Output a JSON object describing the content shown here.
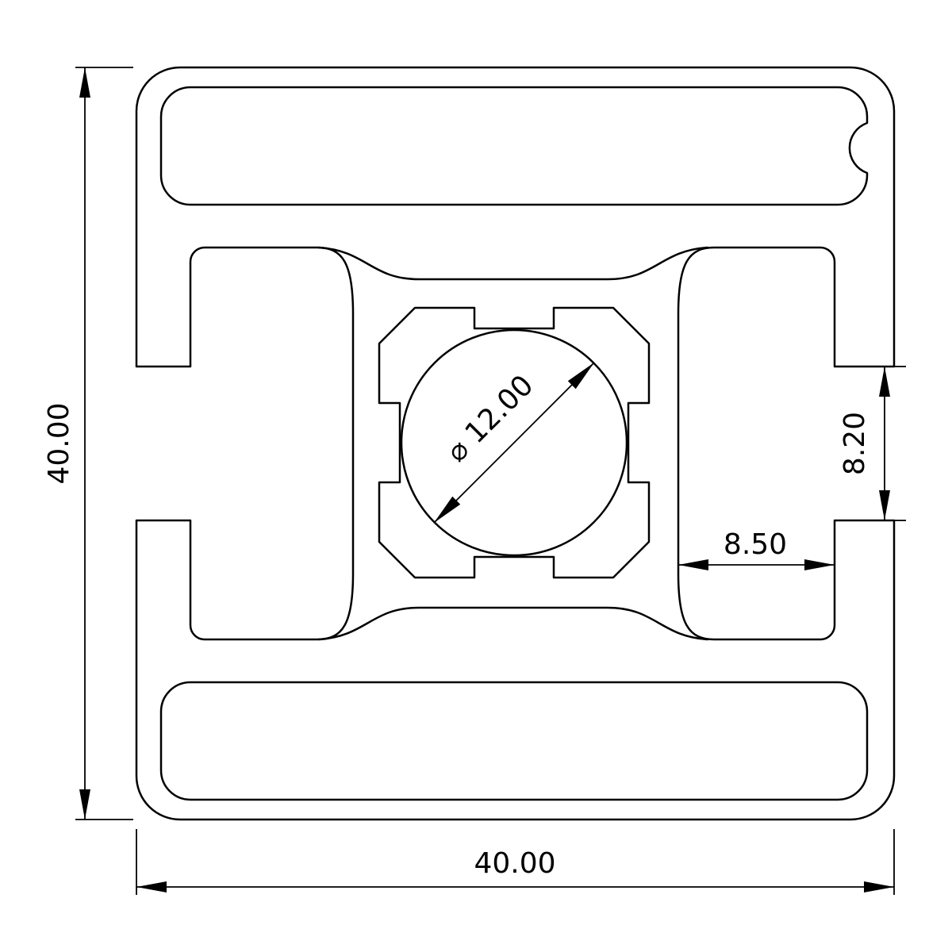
{
  "drawing": {
    "type": "technical-cross-section",
    "subject": "aluminium-extrusion-profile-40x40",
    "colors": {
      "line": "#000000",
      "background": "#ffffff"
    },
    "dims": {
      "overall_height": "40.00",
      "overall_width": "40.00",
      "slot_opening": "8.20",
      "slot_cavity_width": "8.50",
      "center_bore_diameter": "⌀ 12.00"
    }
  }
}
